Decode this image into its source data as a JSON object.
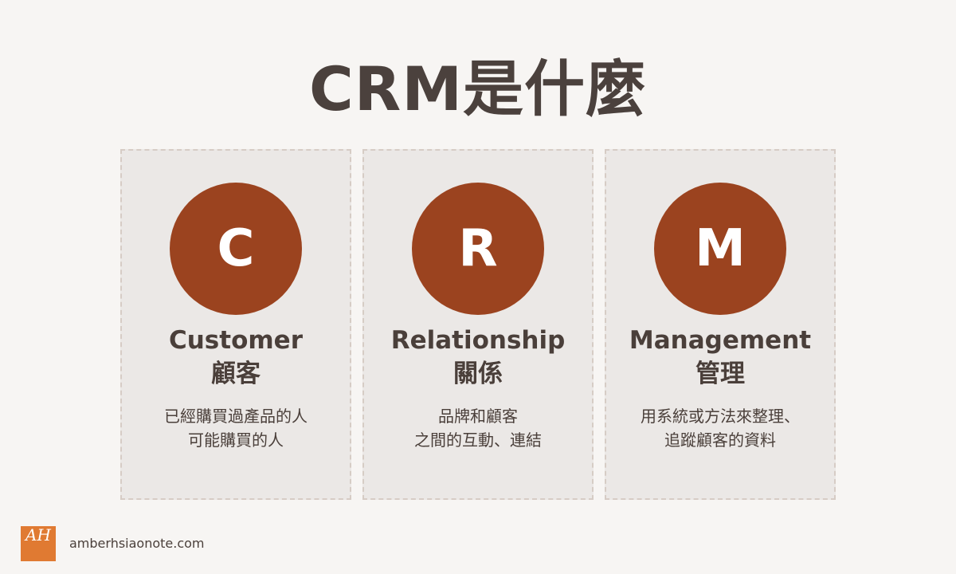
{
  "title": "CRM是什麼",
  "cards": [
    {
      "letter": "C",
      "english": "Customer",
      "chinese": "顧客",
      "description": [
        "已經購買過產品的人",
        "可能購買的人"
      ]
    },
    {
      "letter": "R",
      "english": "Relationship",
      "chinese": "關係",
      "description": [
        "品牌和顧客",
        "之間的互動、連結"
      ]
    },
    {
      "letter": "M",
      "english": "Management",
      "chinese": "管理",
      "description": [
        "用系統或方法來整理、",
        "追蹤顧客的資料"
      ]
    }
  ],
  "footer": {
    "logo_text": "AH",
    "site": "amberhsiaonote.com"
  },
  "colors": {
    "background": "#f7f5f3",
    "card": "#ebe8e6",
    "card_border": "#d6ccc5",
    "accent": "#9b431f",
    "text": "#4a3f3a",
    "logo": "#e07a32"
  }
}
